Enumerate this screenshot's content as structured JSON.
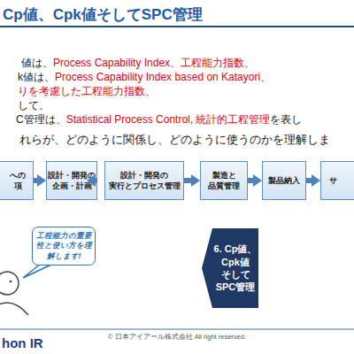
{
  "diagram": {
    "title": "Cp値、Cpk値そしてSPC管理",
    "nodes": [
      {
        "text": [
          "への 項"
        ]
      },
      {
        "text": [
          "設計・開発の 企画・計画"
        ]
      },
      {
        "text": [
          "設計・開発の 実行とプロセス管理"
        ]
      },
      {
        "text": [
          "製造と 品質管理"
        ]
      },
      {
        "text": [
          "製品納入"
        ]
      },
      {
        "text": [
          "サ"
        ]
      },
      {
        "text": [
          "工程能力の重要性と使い方を理解します!"
        ]
      },
      {
        "text": [
          "6. Cp値、 Cpk値 そして SPC管理"
        ]
      }
    ],
    "edges": [
      {
        "from": 0,
        "to": 1,
        "arrow": "to"
      },
      {
        "from": 1,
        "to": 2,
        "arrow": "to"
      },
      {
        "from": 2,
        "to": 3,
        "arrow": "to"
      },
      {
        "from": 3,
        "to": 4,
        "arrow": "to"
      },
      {
        "from": 4,
        "to": 5,
        "arrow": "to"
      }
    ],
    "labels": [
      "値は、",
      "Process Capability Index、工程能力指数、",
      "k値は、",
      "Process Capability Index based on Katayori、",
      "りを考慮した工程能力指数、",
      "して、",
      "C管理は、",
      "Statistical Process Control, 統計的工程管理",
      "を表し",
      "れらが、どのように関係し、どのように使うのかを理解しま",
      "© 日本アイアール株式会社 All right reserved.",
      "hon IR"
    ]
  }
}
